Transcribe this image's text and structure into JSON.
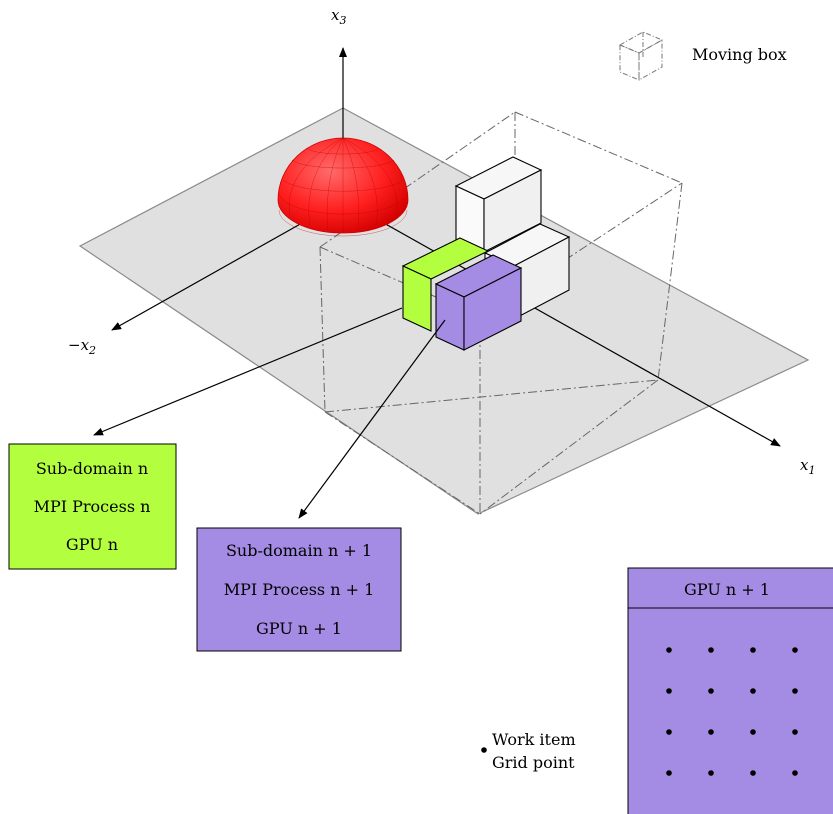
{
  "axes": {
    "x1_label": "x",
    "x1_sub": "1",
    "x2_label": "−x",
    "x2_sub": "2",
    "x3_label": "x",
    "x3_sub": "3"
  },
  "legend": {
    "moving_box": "Moving box",
    "work_item": "Work item",
    "grid_point": "Grid point"
  },
  "subdomain_n": {
    "line1": "Sub-domain n",
    "line2": "MPI Process n",
    "line3": "GPU n",
    "color": "#b3ff3f"
  },
  "subdomain_n1": {
    "line1": "Sub-domain n + 1",
    "line2": "MPI Process n + 1",
    "line3": "GPU n + 1",
    "color": "#a48be3"
  },
  "gpu_panel": {
    "title": "GPU n + 1",
    "color": "#a48be3",
    "grid_rows": 4,
    "grid_cols": 4
  },
  "colors": {
    "plane": "#e0e0e0",
    "hemisphere": "#ff1a1a"
  }
}
